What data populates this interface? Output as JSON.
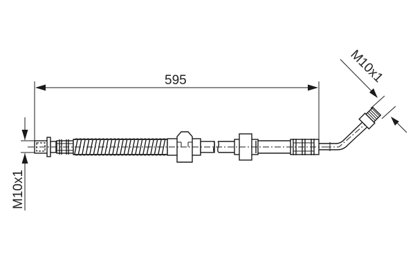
{
  "diagram": {
    "type": "technical-drawing",
    "subject": "brake-hose",
    "dimensions": {
      "length": "595",
      "left_thread": "M10x1",
      "right_thread": "M10x1"
    },
    "colors": {
      "line": "#1a1a1a",
      "text": "#222222",
      "background": "#ffffff"
    }
  }
}
